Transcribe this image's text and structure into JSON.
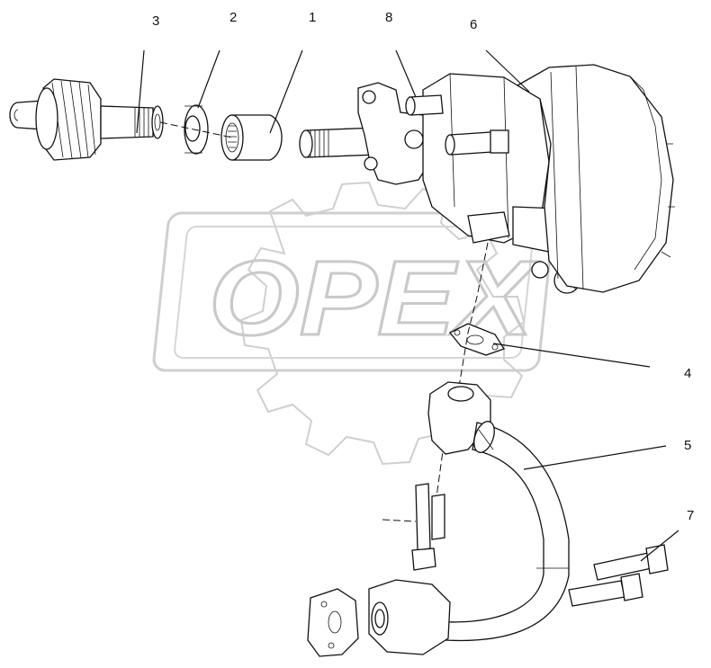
{
  "callouts": {
    "c1": "1",
    "c2": "2",
    "c3": "3",
    "c4": "4",
    "c5": "5",
    "c6": "6",
    "c7": "7",
    "c8": "8"
  },
  "watermark": {
    "text": "OPEX",
    "color": "#c9c9c9"
  },
  "colors": {
    "line": "#111111",
    "background": "#ffffff"
  }
}
